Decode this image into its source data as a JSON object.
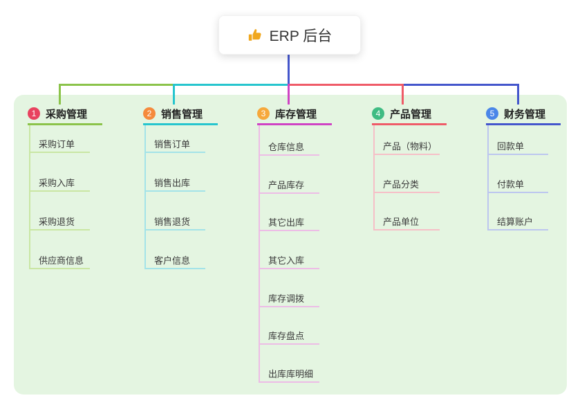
{
  "root": {
    "label": "ERP 后台",
    "icon": "thumbs-up-icon"
  },
  "canvas": {
    "background": "#ffffff",
    "panel_color": "#e4f5e1",
    "stem_color": "#4456cc"
  },
  "branches": [
    {
      "badge": "1",
      "label": "采购管理",
      "accent_color": "#8bc34a",
      "badge_color": "#e8425f",
      "line_color": "#c9e6a3",
      "items": [
        "采购订单",
        "采购入库",
        "采购退货",
        "供应商信息"
      ]
    },
    {
      "badge": "2",
      "label": "销售管理",
      "accent_color": "#26c5ce",
      "badge_color": "#f58a3c",
      "line_color": "#a3e3e8",
      "items": [
        "销售订单",
        "销售出库",
        "销售退货",
        "客户信息"
      ]
    },
    {
      "badge": "3",
      "label": "库存管理",
      "accent_color": "#cf43c4",
      "badge_color": "#f6a83b",
      "line_color": "#edbce6",
      "items": [
        "仓库信息",
        "产品库存",
        "其它出库",
        "其它入库",
        "库存调拨",
        "库存盘点",
        "出库库明细"
      ]
    },
    {
      "badge": "4",
      "label": "产品管理",
      "accent_color": "#ef5b68",
      "badge_color": "#3fbc83",
      "line_color": "#f6bfc7",
      "items": [
        "产品（物料）",
        "产品分类",
        "产品单位"
      ]
    },
    {
      "badge": "5",
      "label": "财务管理",
      "accent_color": "#4456cc",
      "badge_color": "#4a86e8",
      "line_color": "#bcc6ef",
      "items": [
        "回款单",
        "付款单",
        "结算账户"
      ]
    }
  ]
}
